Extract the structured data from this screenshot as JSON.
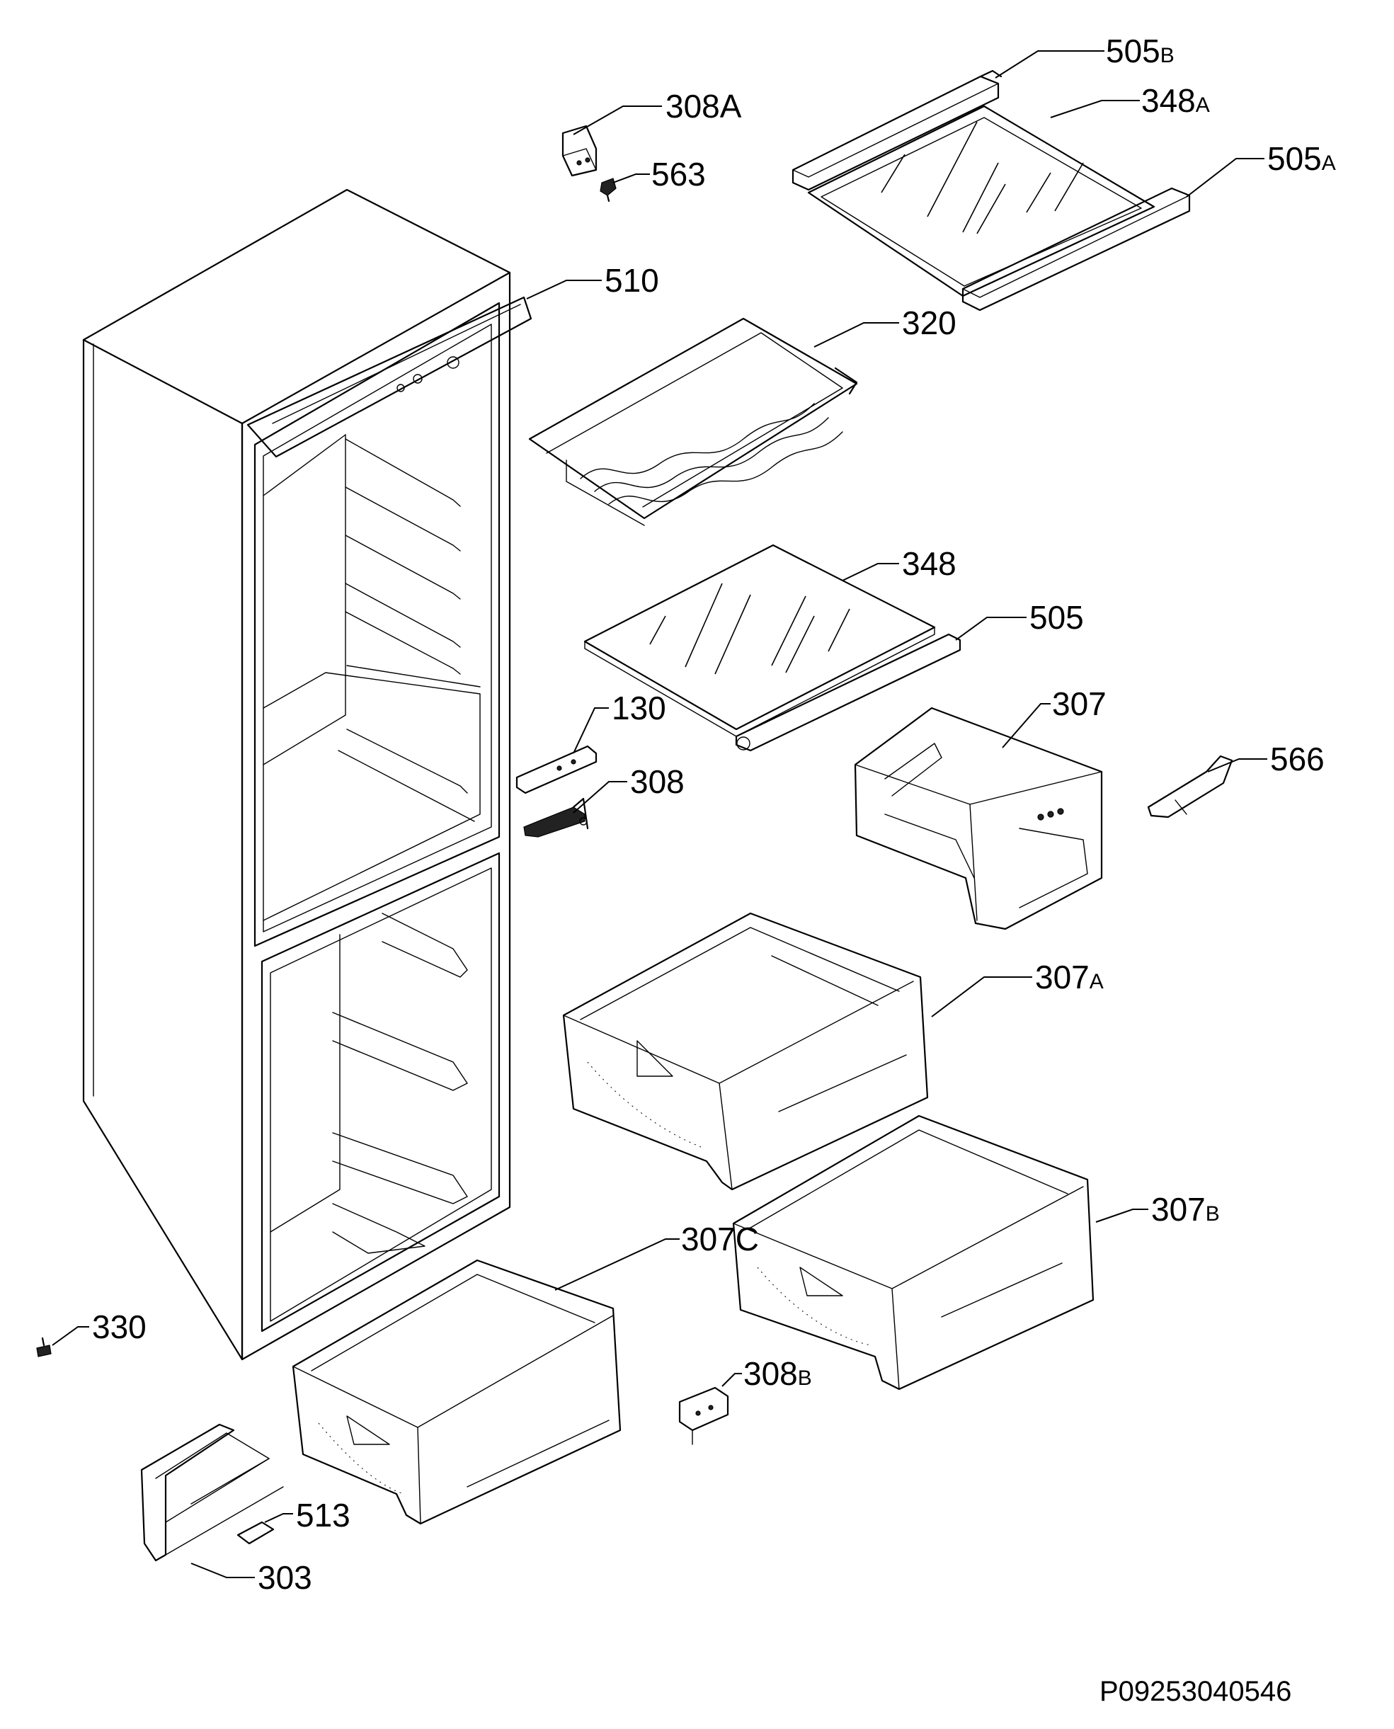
{
  "labels": {
    "l505B": "505",
    "l505B_sub": "B",
    "l308A": "308A",
    "l348A": "348",
    "l348A_sub": "A",
    "l563": "563",
    "l505A": "505",
    "l505A_sub": "A",
    "l510": "510",
    "l320": "320",
    "l348": "348",
    "l505": "505",
    "l130": "130",
    "l307": "307",
    "l308": "308",
    "l566": "566",
    "l307A": "307",
    "l307A_sub": "A",
    "l307B": "307",
    "l307B_sub": "B",
    "l307C": "307C",
    "l330": "330",
    "l308B": "308",
    "l308B_sub": "B",
    "l513": "513",
    "l303": "303"
  },
  "drawing_code": "P09253040546"
}
